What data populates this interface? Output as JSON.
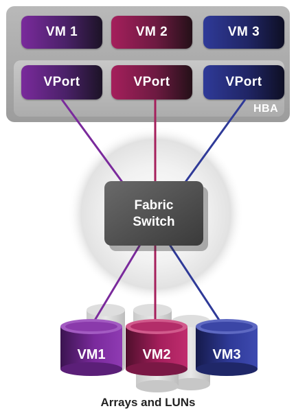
{
  "host": {
    "vms": [
      {
        "label": "VM 1",
        "color": "#7a2a9c"
      },
      {
        "label": "VM 2",
        "color": "#a51f5c"
      },
      {
        "label": "VM 3",
        "color": "#2f3a98"
      }
    ],
    "vports": [
      {
        "label": "VPort",
        "color": "#7a2a9c"
      },
      {
        "label": "VPort",
        "color": "#a51f5c"
      },
      {
        "label": "VPort",
        "color": "#2f3a98"
      }
    ],
    "hba_label": "HBA"
  },
  "switch": {
    "line1": "Fabric",
    "line2": "Switch"
  },
  "luns": [
    {
      "label": "VM1",
      "color": "#7a2a9c"
    },
    {
      "label": "VM2",
      "color": "#a51f5c"
    },
    {
      "label": "VM3",
      "color": "#2f3a98"
    }
  ],
  "footer_label": "Arrays and LUNs"
}
